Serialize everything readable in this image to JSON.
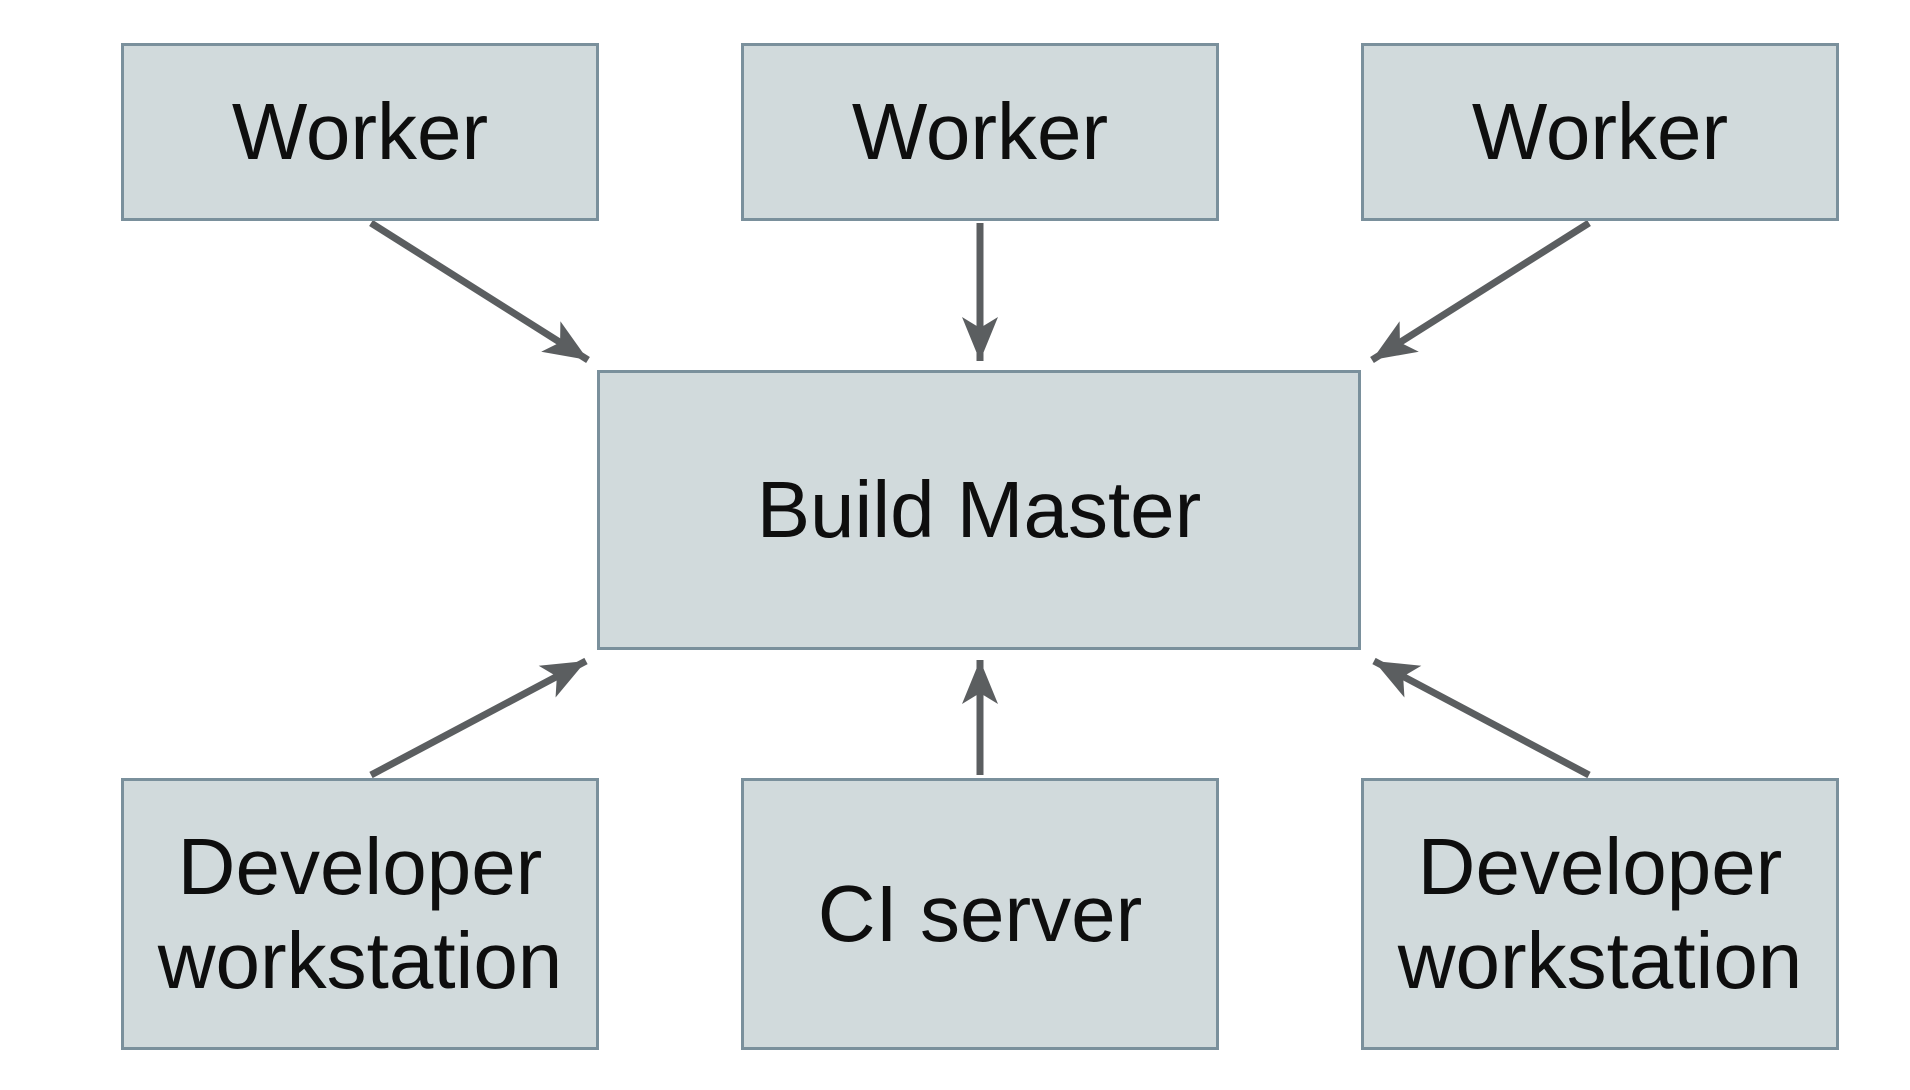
{
  "diagram": {
    "nodes": {
      "worker_1": {
        "label": "Worker"
      },
      "worker_2": {
        "label": "Worker"
      },
      "worker_3": {
        "label": "Worker"
      },
      "build_master": {
        "label": "Build Master"
      },
      "dev_workstation_1": {
        "label": "Developer workstation"
      },
      "ci_server": {
        "label": "CI server"
      },
      "dev_workstation_2": {
        "label": "Developer workstation"
      }
    },
    "edges": [
      {
        "from": "worker_1",
        "to": "build_master",
        "direction": "down-right"
      },
      {
        "from": "worker_2",
        "to": "build_master",
        "direction": "down"
      },
      {
        "from": "worker_3",
        "to": "build_master",
        "direction": "down-left"
      },
      {
        "from": "dev_workstation_1",
        "to": "build_master",
        "direction": "up-right"
      },
      {
        "from": "ci_server",
        "to": "build_master",
        "direction": "up"
      },
      {
        "from": "dev_workstation_2",
        "to": "build_master",
        "direction": "up-left"
      }
    ]
  },
  "colors": {
    "node_fill": "#d1dadc",
    "node_border": "#7a909c",
    "arrow": "#5b5e60",
    "text": "#0e0e0e",
    "background": "#ffffff"
  }
}
